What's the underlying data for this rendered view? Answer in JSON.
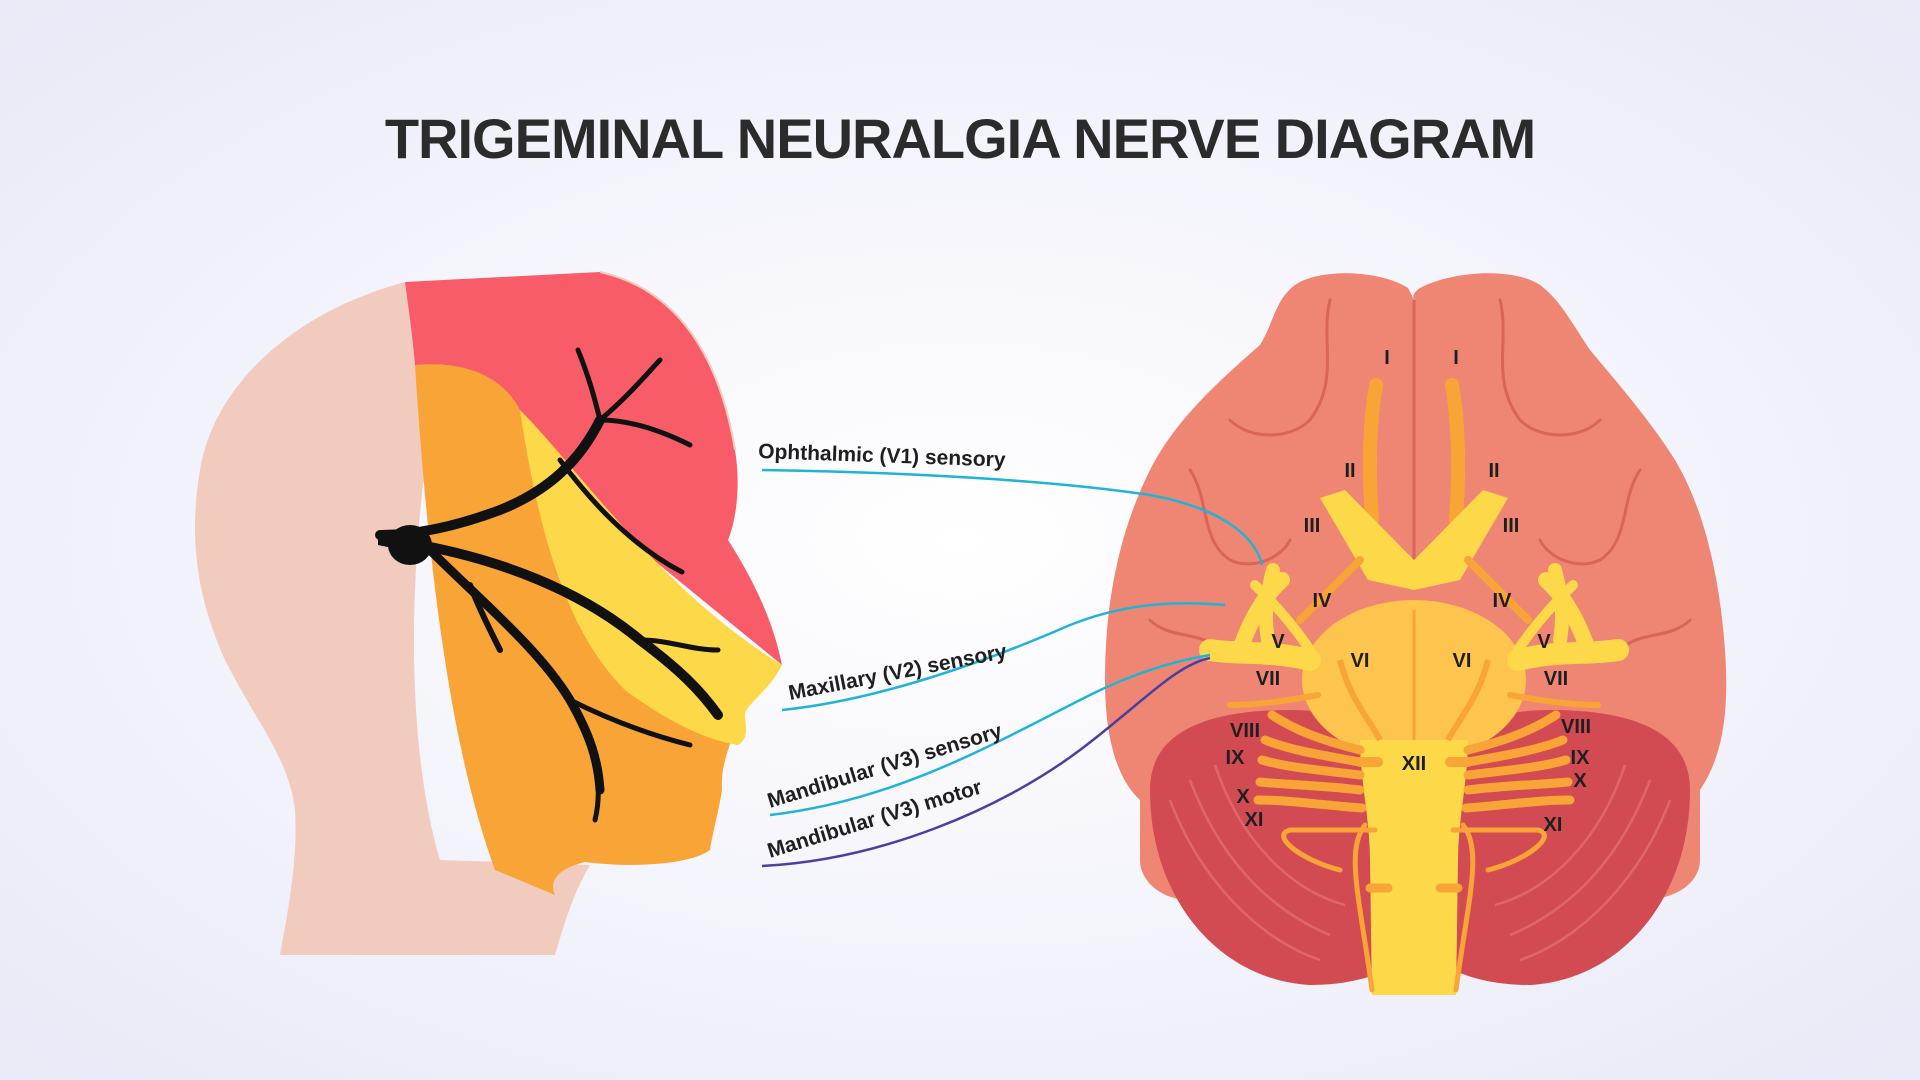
{
  "title": "TRIGEMINAL NEURALGIA NERVE DIAGRAM",
  "callouts": [
    {
      "label": "Ophthalmic (V1) sensory",
      "color": "#1fb4d6"
    },
    {
      "label": "Maxillary (V2) sensory",
      "color": "#1fb4d6"
    },
    {
      "label": "Mandibular (V3) sensory",
      "color": "#1fb4d6"
    },
    {
      "label": "Mandibular (V3) motor",
      "color": "#4b3fa0"
    }
  ],
  "cranial_nerves": {
    "left": [
      "I",
      "II",
      "III",
      "IV",
      "V",
      "VI",
      "VII",
      "VIII",
      "IX",
      "X",
      "XI"
    ],
    "right": [
      "I",
      "II",
      "III",
      "IV",
      "V",
      "VI",
      "VII",
      "VIII",
      "IX",
      "X",
      "XI"
    ],
    "center": "XII"
  },
  "colors": {
    "skin": "#f2cbbf",
    "v1_zone": "#f75c68",
    "v2_zone": "#fdd849",
    "v3_zone": "#f9a437",
    "nerve": "#111111",
    "brain": "#ef8573",
    "cerebellum": "#d34b52",
    "brainstem": "#fdd849",
    "nerve_branch": "#f9a437"
  }
}
